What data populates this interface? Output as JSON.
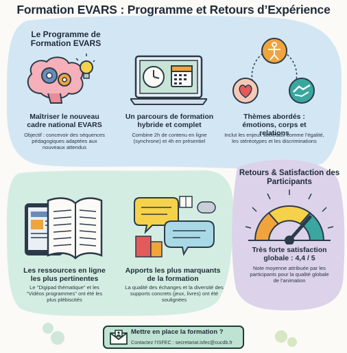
{
  "title": "Formation EVARS : Programme et Retours d’Expérience",
  "programme": {
    "heading": "Le Programme de Formation EVARS",
    "cards": [
      {
        "title": "Maîtriser le nouveau cadre national EVARS",
        "desc": "Objectif : concevoir des séquences pédagogiques adaptées aux nouveaux attendus",
        "icon": "brain-gears-icon"
      },
      {
        "title": "Un parcours de formation hybride et complet",
        "desc": "Combine 2h de contenu en ligne (synchrone) et 4h en présentiel",
        "icon": "laptop-clock-calendar-icon"
      },
      {
        "title": "Thèmes abordés : émotions, corps et relations",
        "desc": "Inclut les enjeux sociétaux comme l’égalité, les stéréotypes et les discriminations",
        "icon": "themes-cycle-icon"
      }
    ]
  },
  "retours": {
    "cards": [
      {
        "title": "Les ressources en ligne les plus pertinentes",
        "desc": "Le \"Digipad thématique\" et les \"Vidéos programmes\" ont été les plus plébiscités",
        "icon": "tablet-book-icon"
      },
      {
        "title": "Apports les plus marquants de la formation",
        "desc": "La qualité des échanges et la diversité des supports concrets (jeux, livres) ont été soulignées",
        "icon": "speech-bubbles-icon"
      }
    ]
  },
  "satisfaction": {
    "heading": "Retours & Satisfaction des Participants",
    "title": "Très forte satisfaction globale : 4,4 / 5",
    "desc": "Note moyenne attribuée par les participants pour la qualité globale de l’animation",
    "score": 4.4,
    "max": 5,
    "icon": "gauge-icon"
  },
  "cta": {
    "title": "Mettre en place la formation ?",
    "contact": "Contactez l’ISFEC : secretariat.isfec@cucdb.fr",
    "icon": "envelope-icon"
  },
  "colors": {
    "top_panel": "#d3e6f3",
    "left_panel": "#d4ede2",
    "right_panel": "#dcd2ea",
    "cta": "#bfe3d2",
    "accent_orange": "#f0a43c",
    "accent_teal": "#3aa6a0",
    "accent_purple": "#7b5aa6"
  }
}
